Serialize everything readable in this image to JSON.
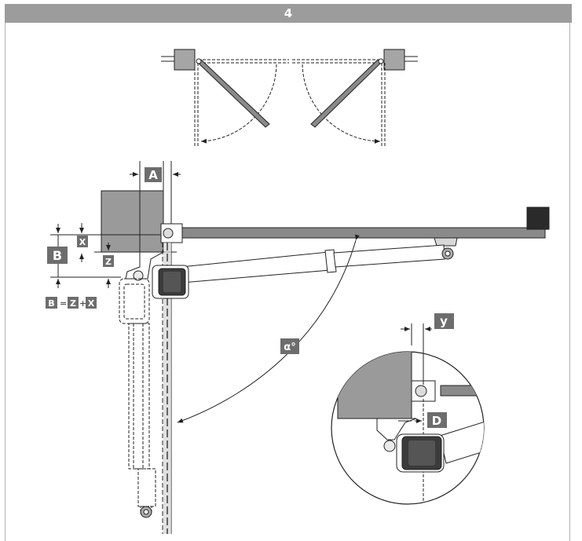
{
  "header": {
    "figure_number": "4"
  },
  "dimensions": {
    "A": "A",
    "B": "B",
    "X": "X",
    "Z": "Z",
    "D": "D",
    "y": "y",
    "angle": "α°"
  },
  "formula": {
    "lhs": "B",
    "eq": "=",
    "z": "Z",
    "plus": "+",
    "x": "X"
  },
  "colors": {
    "header_bg": "#9c9c9c",
    "label_bg": "#6d6d6d",
    "pillar_fill": "#9a9a9a",
    "gate_fill": "#8a8a8a",
    "line": "#222222"
  }
}
